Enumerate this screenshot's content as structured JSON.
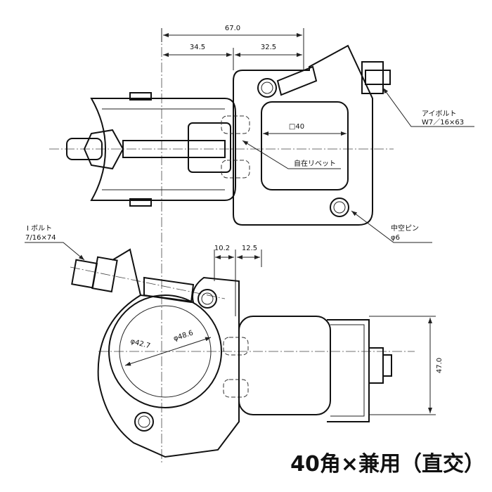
{
  "dimensions": {
    "overall_width": "67.0",
    "left_width": "34.5",
    "right_width": "32.5",
    "square_size": "□40",
    "offset_a": "10.2",
    "offset_b": "12.5",
    "height": "47.0",
    "pipe_dia_small": "φ42.7",
    "pipe_dia_large": "φ48.6"
  },
  "callouts": {
    "eye_bolt_name": "アイボルト",
    "eye_bolt_spec": "W7／16×63",
    "rivet": "自在リベット",
    "pin_name": "中空ピン",
    "pin_spec": "φ6",
    "i_bolt_name": "I ボルト",
    "i_bolt_spec": "7/16×74"
  },
  "title": "40角×兼用（直交）"
}
